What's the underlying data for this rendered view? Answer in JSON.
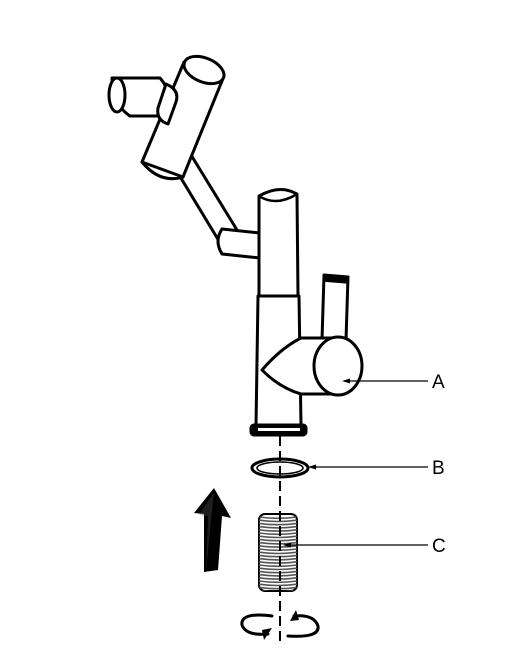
{
  "diagram": {
    "callouts": [
      {
        "id": "A",
        "label": "A"
      },
      {
        "id": "B",
        "label": "B"
      },
      {
        "id": "C",
        "label": "C"
      }
    ],
    "line_color": "#000000",
    "fill_color": "#ffffff"
  }
}
